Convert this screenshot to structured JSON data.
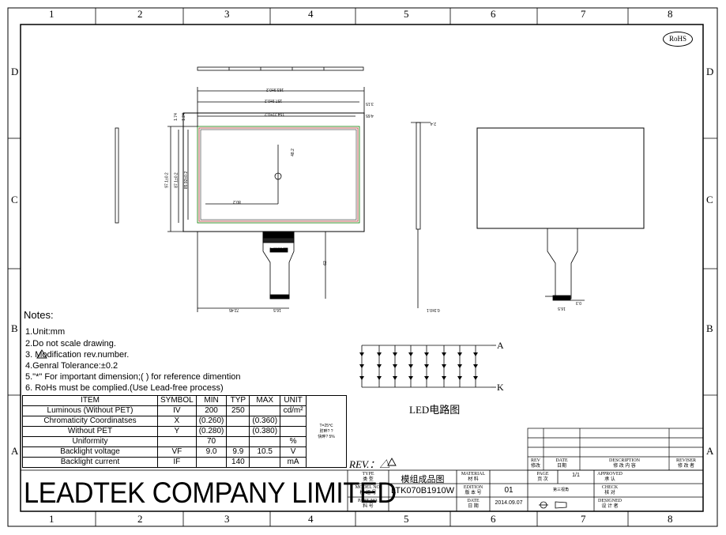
{
  "zones": {
    "columns": [
      "1",
      "2",
      "3",
      "4",
      "5",
      "6",
      "7",
      "8"
    ],
    "rows": [
      "D",
      "C",
      "B",
      "A"
    ]
  },
  "rohs_mark": "RoHS",
  "dimensions": {
    "top_overall": "163.9±0.2",
    "top_inner": "157.9±0.2",
    "top_view": "154.22±0.2",
    "right_small1": "3.15",
    "right_small2": "4.65",
    "left_v1": "1.74",
    "left_v2": "1.24",
    "left_h1": "97.1±0.2",
    "left_h2": "87.1±0.2",
    "left_h3": "85.92±0.2",
    "center_y": "48.2",
    "center_x": "80.2",
    "fpc_len": "62",
    "fpc_offset": "72.45",
    "fpc_width": "16.5",
    "side_thick": "2.4",
    "side_total": "0.3±0.1",
    "rear_fpc_w": "16.5",
    "rear_fpc_t": "0.3",
    "fpc_label": "LTK-70"
  },
  "notes": {
    "title": "Notes:",
    "items": [
      "1.Unit:mm",
      "2.Do not scale drawing.",
      "3.   Modification rev.number.",
      "4.Genral Tolerance:±0.2",
      "5.\"*\" For important dimension;( ) for reference dimention",
      "6. RoHs must be complied.(Use Lead-free process)"
    ]
  },
  "spec_table": {
    "headers": [
      "ITEM",
      "SYMBOL",
      "MIN",
      "TYP",
      "MAX",
      "UNIT"
    ],
    "rows": [
      [
        "Luminous (Without PET)",
        "IV",
        "200",
        "250",
        "",
        "cd/m²"
      ],
      [
        "Chromaticity Coordinatses",
        "X",
        "(0.260)",
        "",
        "(0.360)",
        ""
      ],
      [
        "Without PET",
        "Y",
        "(0.280)",
        "",
        "(0.380)",
        ""
      ],
      [
        "Uniformity",
        "",
        "70",
        "",
        "",
        "%"
      ],
      [
        "Backlight voltage",
        "VF",
        "9.0",
        "9.9",
        "10.5",
        "V"
      ],
      [
        "Backlight current",
        "IF",
        "",
        "140",
        "",
        "mA"
      ]
    ],
    "condition_lines": [
      "T=25℃",
      "肘畔? ?",
      "快畔? 5%"
    ]
  },
  "led_circuit": {
    "anode": "A",
    "cathode": "K",
    "title": "LED电路图",
    "columns": 8,
    "rows": 3
  },
  "revision": "REV.：△",
  "company": "LEADTEK COMPANY LIMITED",
  "title_block": {
    "type_label": "TYPE\n类 型",
    "type_value": "模组成品图",
    "model_label": "MODEL NO.\n模 组 号",
    "model_value": "LTK070B1910W",
    "part_label": "PART NO.\n料 号",
    "part_value": "",
    "material_label": "MATERIAL\n材 料",
    "edition_label": "EDITION\n版 本 号",
    "edition_value": "01",
    "date_label": "DATE\n日 期",
    "date_value": "2014.09.07",
    "page_label": "PAGE\n页 次",
    "page_value": "1/1",
    "projection": "第三视角",
    "approved_label": "APPROVED\n承 认",
    "check_label": "CHECK\n核 对",
    "designed_label": "DESIGNED\n设 计 者",
    "rev_label": "REV\n修改",
    "rev_date_label": "DATE\n日期",
    "description_label": "DESCRIPTION\n修 改 内 容",
    "reviser_label": "REVISER\n修 改 者"
  }
}
